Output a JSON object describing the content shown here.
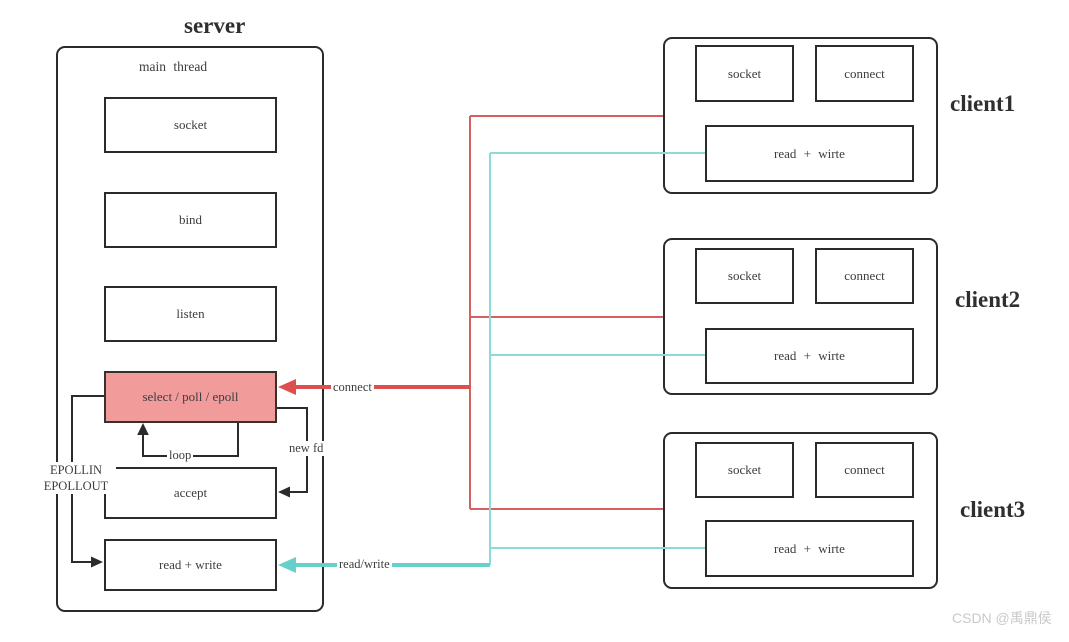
{
  "diagram": {
    "server": {
      "title": "server",
      "thread_label": "main thread",
      "boxes": {
        "socket": "socket",
        "bind": "bind",
        "listen": "listen",
        "select": "select / poll / epoll",
        "accept": "accept",
        "read_write": "read + write"
      },
      "annotations": {
        "epollin": "EPOLLIN",
        "epollout": "EPOLLOUT",
        "loop": "loop",
        "new_fd": "new fd"
      }
    },
    "clients": [
      {
        "name": "client1",
        "socket_label": "socket",
        "connect_label": "connect",
        "read_write_label": "read + wirte"
      },
      {
        "name": "client2",
        "socket_label": "socket",
        "connect_label": "connect",
        "read_write_label": "read + wirte"
      },
      {
        "name": "client3",
        "socket_label": "socket",
        "connect_label": "connect",
        "read_write_label": "read + wirte"
      }
    ],
    "edges": {
      "connect_label": "connect",
      "read_write_label": "read/write"
    },
    "colors": {
      "connect_line": "#d56060",
      "connect_arrow": "#dd4f4f",
      "read_write_line": "#8adcd9",
      "read_write_arrow": "#66d1cb",
      "select_fill": "#f19b9b",
      "box_border": "#2b2b2b"
    },
    "watermark": "CSDN @禹鼎侯"
  }
}
